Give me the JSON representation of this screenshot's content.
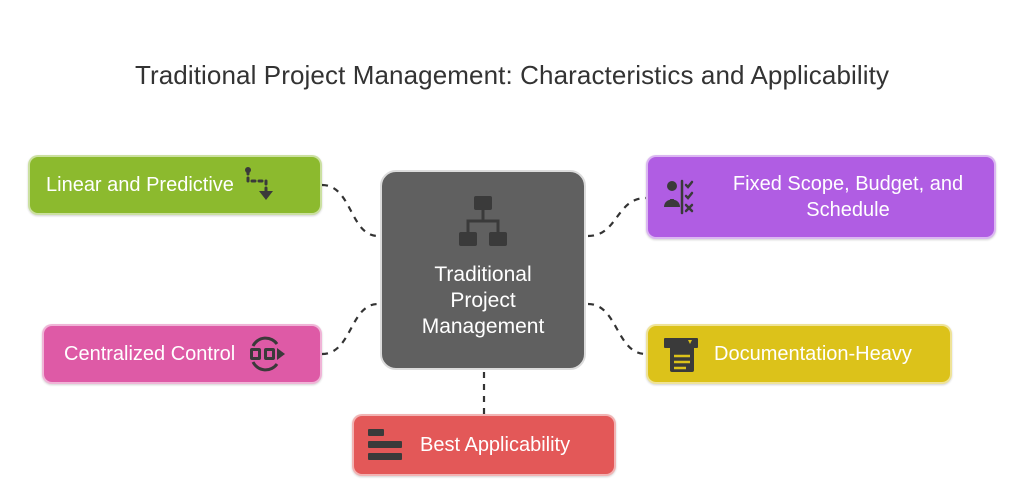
{
  "title": "Traditional Project Management: Characteristics and Applicability",
  "center": {
    "label": "Traditional Project Management",
    "icon": "hierarchy-icon",
    "color": "#606060"
  },
  "nodes": {
    "linear": {
      "label": "Linear and Predictive",
      "icon": "path-arrow-icon",
      "color": "#8cba2e"
    },
    "fixed": {
      "label": "Fixed Scope, Budget, and Schedule",
      "icon": "person-checklist-icon",
      "color": "#b05de3"
    },
    "centralized": {
      "label": "Centralized Control",
      "icon": "connected-nodes-icon",
      "color": "#de5aa6"
    },
    "documentation": {
      "label": "Documentation-Heavy",
      "icon": "document-icon",
      "color": "#dcc21a"
    },
    "applicability": {
      "label": "Best Applicability",
      "icon": "bars-icon",
      "color": "#e35858"
    }
  }
}
